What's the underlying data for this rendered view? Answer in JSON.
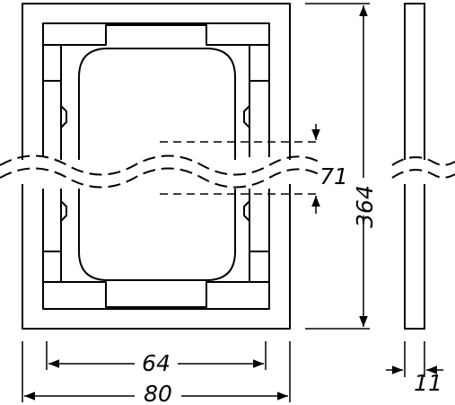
{
  "dimensions": {
    "total_height": "364",
    "pitch": "71",
    "width_outer": "80",
    "width_inner": "64",
    "depth": "11"
  },
  "colors": {
    "line": "#000000",
    "background": "#ffffff"
  }
}
